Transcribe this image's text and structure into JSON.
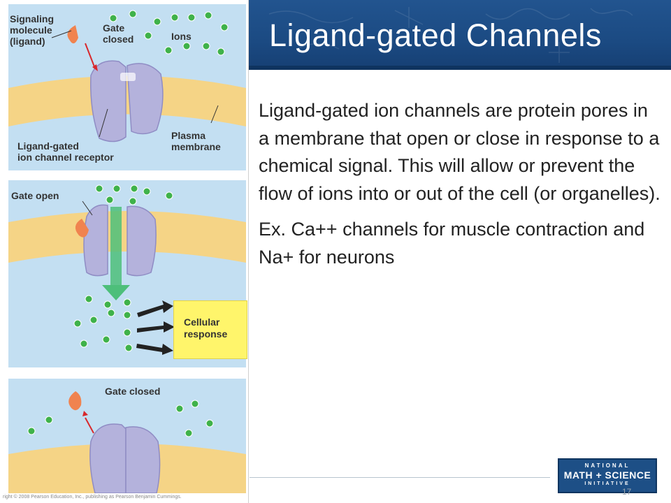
{
  "slide": {
    "title": "Ligand-gated Channels",
    "body_paragraphs": [
      "Ligand-gated ion channels are protein pores in a membrane that open or close in response to a chemical signal.  This will allow or prevent the flow of ions into or out of the cell (or organelles).",
      "Ex. Ca++ channels for muscle contraction and Na+ for neurons"
    ],
    "slide_number": "17"
  },
  "figure": {
    "panel1": {
      "signaling_molecule": "Signaling\nmolecule\n(ligand)",
      "gate": "Gate\nclosed",
      "ions": "Ions",
      "receptor": "Ligand-gated\nion channel receptor",
      "membrane": "Plasma\nmembrane"
    },
    "panel2": {
      "gate": "Gate open",
      "response": "Cellular\nresponse"
    },
    "panel3": {
      "gate": "Gate closed"
    },
    "copyright": "right © 2008 Pearson Education, Inc., publishing as Pearson Benjamin Cummings."
  },
  "logo": {
    "line1": "NATIONAL",
    "line2": "MATH + SCIENCE",
    "line3": "INITIATIVE"
  },
  "colors": {
    "title_bar": "#1b4a82",
    "panel_bg": "#c3dff2",
    "membrane": "#f5d486",
    "protein": "#b4b2dc",
    "ion": "#3fb24a",
    "ligand": "#f0834f",
    "arrow_green": "#4dbf7a",
    "response_box": "#fff56b"
  }
}
